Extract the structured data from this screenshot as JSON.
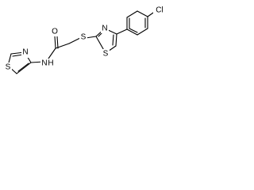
{
  "molecule": {
    "atoms": {
      "amide_O": "O",
      "amide_N": "N",
      "amide_H": "H",
      "thioether_S": "S",
      "thiazole_A_S": "S",
      "thiazole_A_N": "N",
      "thiazole_B_S": "S",
      "thiazole_B_N": "N",
      "chlorine": "Cl"
    },
    "colors": {
      "bond": "#000000",
      "label": "#000000",
      "background": "#ffffff"
    }
  }
}
